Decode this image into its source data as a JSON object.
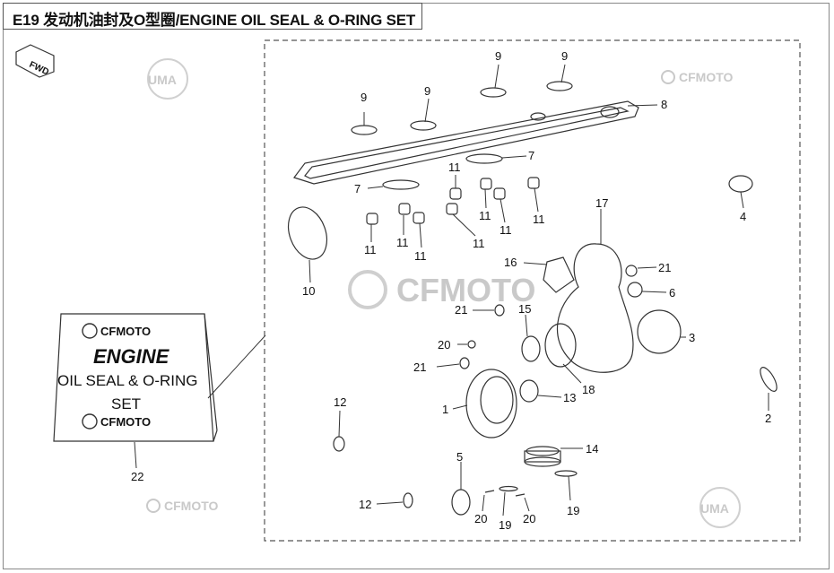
{
  "title": "E19 发动机油封及O型圈/ENGINE OIL SEAL & O-RING SET",
  "fwd_label": "FWD",
  "watermarks": {
    "brand": "CFMOTO",
    "dealer": "UMA"
  },
  "kit_box": {
    "brand": "CFMOTO",
    "line1": "ENGINE",
    "line2": "OIL SEAL & O-RING",
    "line3": "SET"
  },
  "callouts": [
    "1",
    "2",
    "3",
    "4",
    "5",
    "6",
    "7",
    "8",
    "9",
    "10",
    "11",
    "12",
    "13",
    "14",
    "15",
    "16",
    "17",
    "18",
    "19",
    "20",
    "21",
    "22"
  ],
  "labels": {
    "p1": "1",
    "p2": "2",
    "p3": "3",
    "p4": "4",
    "p5": "5",
    "p6": "6",
    "p7a": "7",
    "p7b": "7",
    "p8": "8",
    "p9a": "9",
    "p9b": "9",
    "p9c": "9",
    "p9d": "9",
    "p10": "10",
    "p11a": "11",
    "p11b": "11",
    "p11c": "11",
    "p11d": "11",
    "p11e": "11",
    "p11f": "11",
    "p11g": "11",
    "p11h": "11",
    "p12a": "12",
    "p12b": "12",
    "p13": "13",
    "p14": "14",
    "p15": "15",
    "p16": "16",
    "p17": "17",
    "p18": "18",
    "p19a": "19",
    "p19b": "19",
    "p20a": "20",
    "p20b": "20",
    "p20c": "20",
    "p21a": "21",
    "p21b": "21",
    "p21c": "21",
    "p22": "22"
  },
  "colors": {
    "line": "#333333",
    "watermark": "#c9c9c9",
    "frame": "#888888"
  }
}
